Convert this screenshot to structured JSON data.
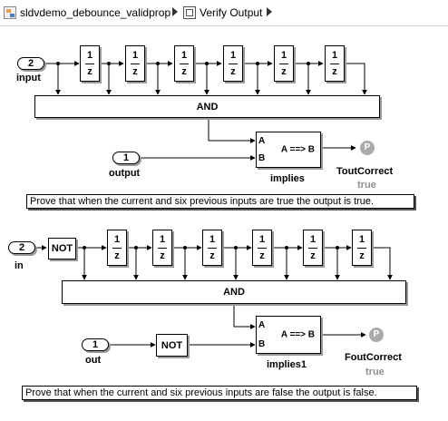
{
  "breadcrumb": {
    "model": "sldvdemo_debounce_validprop",
    "subsystem": "Verify Output"
  },
  "top": {
    "inport_number": "2",
    "inport_label": "input",
    "unit_delay": {
      "num": "1",
      "den": "z"
    },
    "and_label": "AND",
    "output_port_number": "1",
    "output_port_label": "output",
    "implies": {
      "port_a": "A",
      "port_b": "B",
      "expr": "A ==> B",
      "name": "implies"
    },
    "proof_icon": "P",
    "proof_name": "ToutCorrect",
    "proof_value": "true",
    "annotation": "Prove that when the current and six previous inputs are true the output is true."
  },
  "bottom": {
    "inport_number": "2",
    "inport_label": "in",
    "not_label": "NOT",
    "unit_delay": {
      "num": "1",
      "den": "z"
    },
    "and_label": "AND",
    "output_port_number": "1",
    "output_port_label": "out",
    "not2_label": "NOT",
    "implies": {
      "port_a": "A",
      "port_b": "B",
      "expr": "A ==> B",
      "name": "implies1"
    },
    "proof_icon": "P",
    "proof_name": "FoutCorrect",
    "proof_value": "true",
    "annotation": "Prove that when the current and six previous inputs are false the output is false."
  },
  "colors": {
    "proof_icon_bg": "#aaaaaa",
    "value_text": "#909090"
  }
}
